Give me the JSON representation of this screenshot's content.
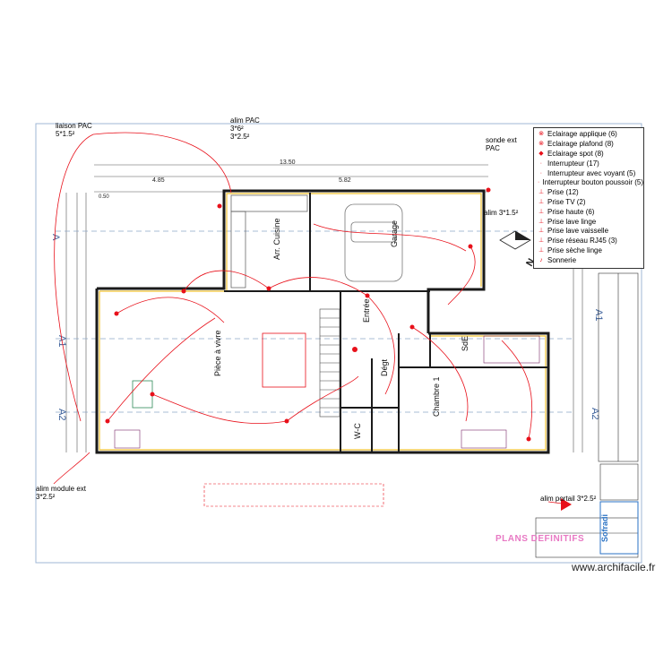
{
  "annotations": {
    "liaison_pac": "liaison PAC\n5*1.5²",
    "alim_pac": "alim PAC\n3*6²\n3*2.5²",
    "sonde_ext": "sonde ext\nPAC",
    "alim_3x15": "alim 3*1.5²",
    "alim_module_ext": "alim module ext\n3*2.5²",
    "alim_portail": "alim portail 3*2.5²"
  },
  "rooms": {
    "piece_a_vivre": "Pièce à vivre",
    "cuisine": "Arr. Cuisine",
    "garage": "Garage",
    "entree": "Entrée",
    "degt": "Dégt",
    "sde": "SdE",
    "chambre": "Chambre 1",
    "wc": "W-C"
  },
  "dimensions": {
    "total_width": "13.50",
    "d1": "4.85",
    "d2": "5.82",
    "d3": "0.50"
  },
  "sections": {
    "a": "A",
    "a1": "A1",
    "a2": "A2",
    "north": "N"
  },
  "legend": [
    {
      "label": "Eclairage applique (6)",
      "icon": "applique-icon"
    },
    {
      "label": "Eclairage plafond (8)",
      "icon": "plafond-icon"
    },
    {
      "label": "Eclairage spot (8)",
      "icon": "spot-icon"
    },
    {
      "label": "Interrupteur (17)",
      "icon": "interrupteur-icon"
    },
    {
      "label": "Interrupteur avec voyant (5)",
      "icon": "voyant-icon"
    },
    {
      "label": "Interrupteur bouton poussoir (5)",
      "icon": "poussoir-icon"
    },
    {
      "label": "Prise (12)",
      "icon": "prise-icon"
    },
    {
      "label": "Prise TV (2)",
      "icon": "prise-tv-icon"
    },
    {
      "label": "Prise haute (6)",
      "icon": "prise-haute-icon"
    },
    {
      "label": "Prise lave linge",
      "icon": "lave-linge-icon"
    },
    {
      "label": "Prise lave vaisselle",
      "icon": "lave-vaisselle-icon"
    },
    {
      "label": "Prise réseau RJ45 (3)",
      "icon": "rj45-icon"
    },
    {
      "label": "Prise sèche linge",
      "icon": "seche-linge-icon"
    },
    {
      "label": "Sonnerie",
      "icon": "sonnerie-icon"
    }
  ],
  "title_block": {
    "stamp": "PLANS DEFINITIFS",
    "logo": "Sofradi"
  },
  "watermark": "www.archifacile.fr",
  "colors": {
    "wire": "#e8101a",
    "wall": "#1a1a1a",
    "wall_fill": "#f1c232",
    "hatch": "#7b2a6b",
    "legend_border": "#333333",
    "stamp": "#e879c4"
  }
}
